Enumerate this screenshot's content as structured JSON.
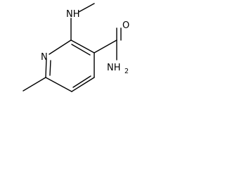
{
  "molecule": {
    "atoms": {
      "ring_nitrogen": "N",
      "amino_nitrogen": "NH",
      "carbonyl_oxygen": "O",
      "amide_nitrogen": "NH",
      "amide_subscript": "2"
    },
    "colors": {
      "ink": "#000000",
      "background": "#ffffff"
    }
  }
}
